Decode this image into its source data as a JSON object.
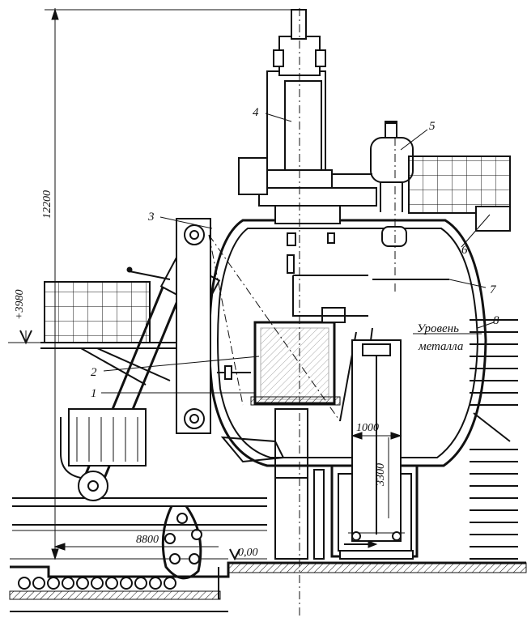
{
  "callouts": [
    "1",
    "2",
    "3",
    "4",
    "5",
    "6",
    "7",
    "8"
  ],
  "dimensions": {
    "height_total": "12200",
    "level_mark": "+3980",
    "zero_mark": "0,00",
    "width_bottom": "8800",
    "chamber_width": "1000",
    "chamber_height": "3300"
  },
  "metal_level": {
    "line1": "Уровень",
    "line2": "металла"
  }
}
